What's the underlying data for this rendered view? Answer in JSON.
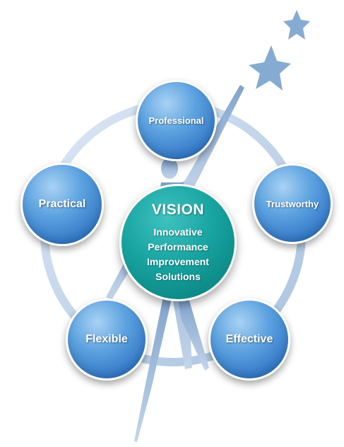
{
  "center": {
    "title": "VISION",
    "lines": [
      "Innovative",
      "Performance",
      "Improvement",
      "Solutions"
    ],
    "color": "#17a3a0"
  },
  "values": {
    "professional": "Professional",
    "trustworthy": "Trustworthy",
    "practical": "Practical",
    "flexible": "Flexible",
    "effective": "Effective"
  },
  "colors": {
    "node_blue": "#3f86d0",
    "ring": "#bcd3ea",
    "figure": "#9cb7d6",
    "star": "#88aed3"
  },
  "icons": [
    "star-icon",
    "star-icon",
    "human-figure-icon"
  ]
}
